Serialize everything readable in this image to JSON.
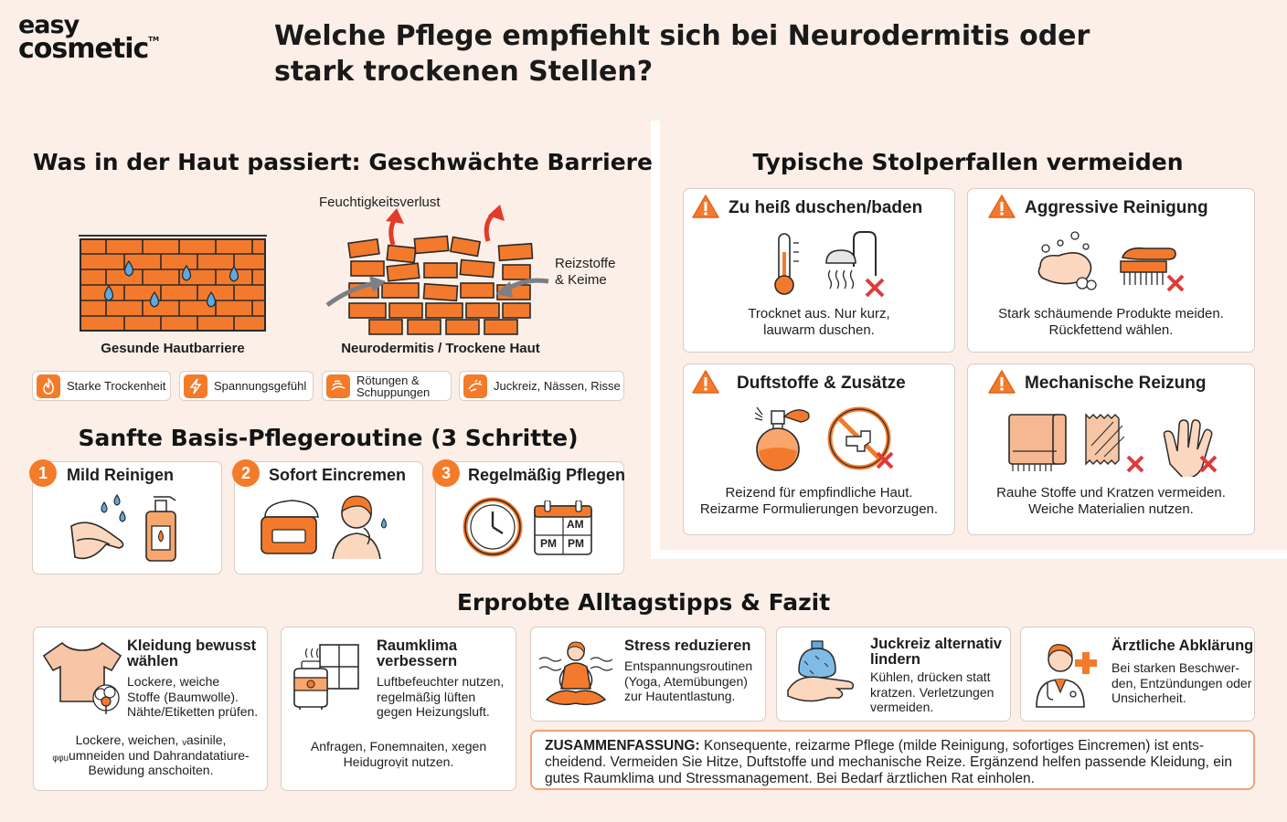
{
  "brand": {
    "line1": "easy",
    "line2": "cosmetic",
    "tm": "TM"
  },
  "title": "Welche Pflege empfiehlt sich bei Neurodermitis oder stark trockenen Stellen?",
  "barrier": {
    "heading": "Was in der Haut passiert: Geschwächte Barriere",
    "moisture_loss": "Feuchtigkeitsverlust",
    "irritants": "Reizstoffe\n& Keime",
    "healthy_label": "Gesunde Hautbarriere",
    "damaged_label": "Neurodermitis / Trockene Haut",
    "symptoms": [
      "Starke Trockenheit",
      "Spannungsgefühl",
      "Rötungen &\nSchuppungen",
      "Juckreiz, Nässen, Risse"
    ]
  },
  "routine": {
    "heading": "Sanfte Basis-Pflegeroutine (3 Schritte)",
    "steps": [
      {
        "num": "1",
        "title": "Mild Reinigen"
      },
      {
        "num": "2",
        "title": "Sofort Eincremen"
      },
      {
        "num": "3",
        "title": "Regelmäßig Pflegen"
      }
    ],
    "calendar": {
      "am": "AM",
      "pm1": "PM",
      "pm2": "PM"
    }
  },
  "pitfalls": {
    "heading": "Typische Stolperfallen vermeiden",
    "items": [
      {
        "title": "Zu heiß duschen/baden",
        "text": "Trocknet aus. Nur kurz,\nlauwarm duschen."
      },
      {
        "title": "Aggressive Reinigung",
        "text": "Stark schäumende Produkte meiden.\nRückfettend wählen."
      },
      {
        "title": "Duftstoffe & Zusätze",
        "text": "Reizend für empfindliche Haut.\nReizarme Formulierungen bevorzugen."
      },
      {
        "title": "Mechanische Reizung",
        "text": "Rauhe Stoffe und Kratzen vermeiden.\nWeiche Materialien nutzen."
      }
    ]
  },
  "tips": {
    "heading": "Erprobte Alltagstipps & Fazit",
    "items": [
      {
        "title": "Kleidung bewusst\nwählen",
        "text": "Lockere, weiche\nStoffe (Baumwolle).\nNähte/Etiketten prüfen.",
        "extra": "Lockere, weichen, ᵥasinile,\nᵩᵩᵤumneiden und Dahrandatatiure-\nBewidung anschoiten."
      },
      {
        "title": "Raumklima\nverbessern",
        "text": "Luftbefeuchter nutzen,\nregelmäßig lüften\ngegen Heizungsluft.",
        "extra": "Anfragen, Fonemnaiten, xegen\nHeidugroṿit nutzen."
      },
      {
        "title": "Stress reduzieren",
        "text": "Entspannungsroutinen\n(Yoga, Atemübungen)\nzur Hautentlastung."
      },
      {
        "title": "Juckreiz alternativ\nlindern",
        "text": "Kühlen, drücken statt\nkratzen. Verletzungen\nvermeiden."
      },
      {
        "title": "Ärztliche Abklärung",
        "text": "Bei starken Beschwer-\nden, Entzündungen oder\nUnsicherheit."
      }
    ],
    "summary_label": "ZUSAMMENFASSUNG:",
    "summary_text": " Konsequente, reizarme Pflege (milde Reinigung, sofortiges Eincremen) ist ents-\ncheidend. Vermeiden Sie Hitze, Duftstoffe und mechanische Reize. Ergänzend helfen passende Kleidung, ein\ngutes Raumklima und Stressmanagement. Bei Bedarf ärztlichen Rat einholen."
  },
  "colors": {
    "accent": "#f47b2a",
    "background": "#fbefe7",
    "warning_red": "#e03a3a"
  }
}
